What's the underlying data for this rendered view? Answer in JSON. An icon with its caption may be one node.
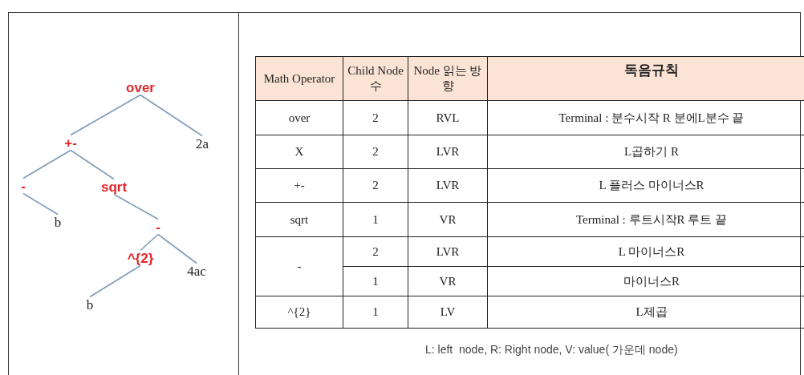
{
  "diagram": {
    "nodes": [
      {
        "text": [
          "over"
        ]
      },
      {
        "text": [
          "+-"
        ]
      },
      {
        "text": [
          "2a"
        ]
      },
      {
        "text": [
          "-"
        ]
      },
      {
        "text": [
          "sqrt"
        ]
      },
      {
        "text": [
          "b"
        ]
      },
      {
        "text": [
          "-"
        ]
      },
      {
        "text": [
          "^{2}"
        ]
      },
      {
        "text": [
          "4ac"
        ]
      },
      {
        "text": [
          "b"
        ]
      }
    ],
    "edges": [
      {
        "from": 0,
        "to": 1,
        "arrow": "none"
      },
      {
        "from": 0,
        "to": 2,
        "arrow": "none"
      },
      {
        "from": 1,
        "to": 3,
        "arrow": "none"
      },
      {
        "from": 1,
        "to": 4,
        "arrow": "none"
      },
      {
        "from": 3,
        "to": 5,
        "arrow": "none"
      },
      {
        "from": 4,
        "to": 6,
        "arrow": "none"
      },
      {
        "from": 6,
        "to": 7,
        "arrow": "none"
      },
      {
        "from": 6,
        "to": 8,
        "arrow": "none"
      },
      {
        "from": 7,
        "to": 9,
        "arrow": "none"
      }
    ],
    "labels": [
      "Math Operator",
      "Child Node 수",
      "Node 읽는 방향",
      "독음규칙",
      "over",
      "2",
      "RVL",
      "Terminal : 분수시작 R 분에L분수 끝",
      "X",
      "2",
      "LVR",
      "L곱하기 R",
      "+-",
      "2",
      "LVR",
      "L 플러스 마이너스R",
      "sqrt",
      "1",
      "VR",
      "Terminal : 루트시작R 루트 끝",
      "-",
      "2",
      "LVR",
      "L 마이너스R",
      "1",
      "VR",
      "마이너스R",
      "^{2}",
      "1",
      "LV",
      "L제곱",
      "L: left  node, R: Right node, V: value( 가운데 node)"
    ]
  }
}
